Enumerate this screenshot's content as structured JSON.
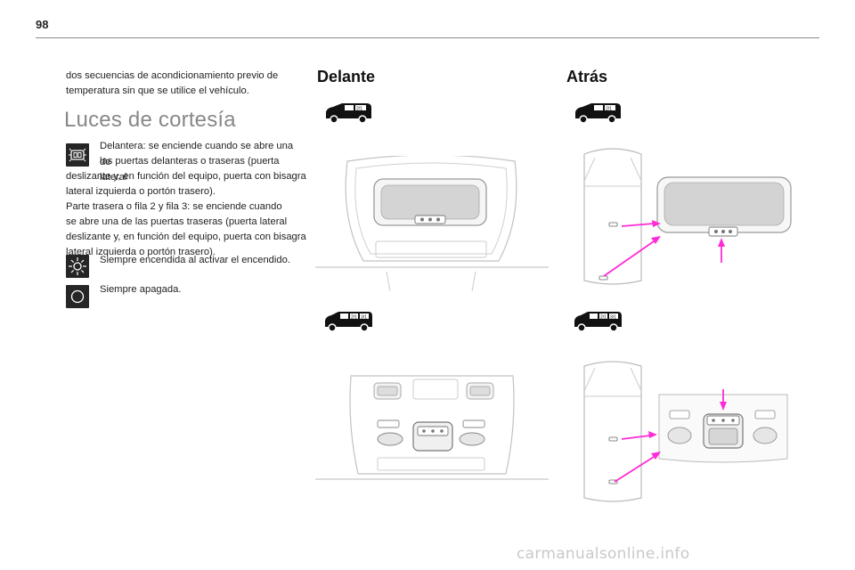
{
  "page_number": "98",
  "intro_text": "dos secuencias de acondicionamiento previo de temperatura sin que se utilice el vehículo.",
  "section_title": "Luces de cortesía",
  "items": [
    {
      "icon": "door-ajar-light-icon",
      "lines": [
        "Delantera: se enciende cuando se abre una de",
        "las puertas delanteras o traseras (puerta lateral",
        "deslizante y, en función del equipo, puerta con bisagra",
        "lateral izquierda o portón trasero).",
        "Parte trasera o fila 2 y fila 3: se enciende cuando",
        "se abre una de las puertas traseras (puerta lateral",
        "deslizante y, en función del equipo, puerta con bisagra",
        "lateral izquierda o portón trasero)."
      ]
    },
    {
      "icon": "light-on-icon",
      "text": "Siempre encendida al activar el encendido."
    },
    {
      "icon": "light-off-icon",
      "text": "Siempre apagada."
    }
  ],
  "columns": {
    "front_title": "Delante",
    "rear_title": "Atrás"
  },
  "van_badges": {
    "short": "2/1",
    "long_row2": "2/1",
    "long_row3": "3/1"
  },
  "colors": {
    "accent_arrow": "#ff2bd6",
    "icon_bg": "#262626",
    "rule": "#8a8a8a"
  },
  "footer_watermark": "carmanualsonline.info"
}
